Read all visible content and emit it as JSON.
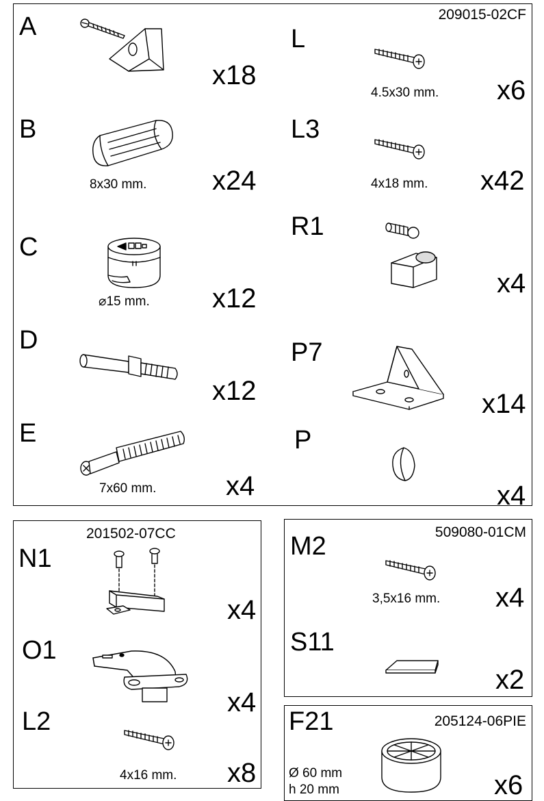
{
  "panels": {
    "main": {
      "code": "209015-02CF",
      "parts": {
        "A": {
          "letter": "A",
          "qty": "x18",
          "dim": ""
        },
        "B": {
          "letter": "B",
          "qty": "x24",
          "dim": "8x30 mm."
        },
        "C": {
          "letter": "C",
          "qty": "x12",
          "dim": "⌀15 mm."
        },
        "D": {
          "letter": "D",
          "qty": "x12",
          "dim": ""
        },
        "E": {
          "letter": "E",
          "qty": "x4",
          "dim": "7x60 mm."
        },
        "L": {
          "letter": "L",
          "qty": "x6",
          "dim": "4.5x30 mm."
        },
        "L3": {
          "letter": "L3",
          "qty": "x42",
          "dim": "4x18 mm."
        },
        "R1": {
          "letter": "R1",
          "qty": "x4",
          "dim": ""
        },
        "P7": {
          "letter": "P7",
          "qty": "x14",
          "dim": ""
        },
        "P": {
          "letter": "P",
          "qty": "x4",
          "dim": ""
        }
      }
    },
    "hinge": {
      "code": "201502-07CC",
      "parts": {
        "N1": {
          "letter": "N1",
          "qty": "x4",
          "dim": ""
        },
        "O1": {
          "letter": "O1",
          "qty": "x4",
          "dim": ""
        },
        "L2": {
          "letter": "L2",
          "qty": "x8",
          "dim": "4x16 mm."
        }
      }
    },
    "screws": {
      "code": "509080-01CM",
      "parts": {
        "M2": {
          "letter": "M2",
          "qty": "x4",
          "dim": "3,5x16 mm."
        },
        "S11": {
          "letter": "S11",
          "qty": "x2",
          "dim": ""
        }
      }
    },
    "feet": {
      "code": "205124-06PIE",
      "parts": {
        "F21": {
          "letter": "F21",
          "qty": "x6",
          "dim_line1": "Ø 60 mm",
          "dim_line2": "h 20 mm"
        }
      }
    }
  }
}
